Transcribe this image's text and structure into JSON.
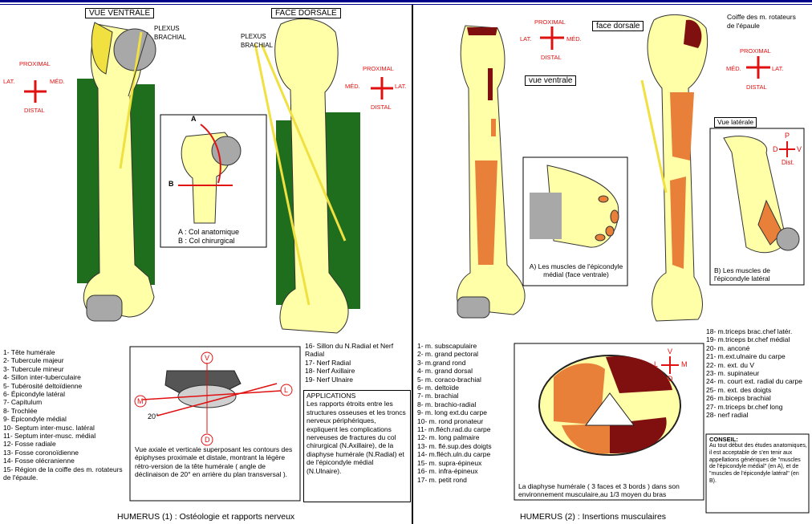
{
  "panel1": {
    "header_ventral": "VUE VENTRALE",
    "header_dorsal": "FACE DORSALE",
    "plexus": "PLEXUS BRACHIAL",
    "compass_left": {
      "top": "PROXIMAL",
      "left": "LAT.",
      "right": "MÉD.",
      "bottom": "DISTAL"
    },
    "compass_right": {
      "top": "PROXIMAL",
      "left": "MÉD.",
      "right": "LAT.",
      "bottom": "DISTAL"
    },
    "inset": {
      "label_a": "A",
      "label_b": "B",
      "caption_a": "A : Col anatomique",
      "caption_b": "B : Col chirurgical"
    },
    "legend_left": [
      "1- Tête humérale",
      "2- Tubercule majeur",
      "3- Tubercule mineur",
      "4- Sillon inter-tuberculaire",
      "5- Tubérosité deltoïdienne",
      "6- Épicondyle latéral",
      "7- Capitulum",
      "8- Trochlée",
      "9- Épicondyle médial",
      "10- Septum inter-musc. latéral",
      "11- Septum inter-musc. médial",
      "12- Fosse radiale",
      "13- Fosse coronoïdienne",
      "14- Fosse olécranienne",
      "15- Région de la coiffe des m. rotateurs de l'épaule."
    ],
    "legend_right": [
      "16- Sillon du N.Radial et Nerf Radial",
      "17- Nerf Radial",
      "18- Nerf Axillaire",
      "19- Nerf Ulnaire"
    ],
    "applications_title": "APPLICATIONS",
    "applications_text": "Les rapports étroits entre les structures osseuses et les troncs nerveux périphériques, expliquent les complications nerveuses de fractures du col chirurgical (N.Axillaire), de la diaphyse humérale (N.Radial) et de l'épicondyle médial (N.Ulnaire).",
    "axial_labels": {
      "v": "V",
      "m": "M",
      "l": "L",
      "d": "D",
      "angle": "20°"
    },
    "axial_text": "Vue axiale et verticale superposant les contours des épiphyses proximale et distale, montrant la légère rétro-version de la tête humérale ( angle de déclinaison de 20° en arrière du plan transversal ).",
    "footer": "HUMERUS  (1) : Ostéologie et rapports nerveux"
  },
  "panel2": {
    "compass": {
      "top": "PROXIMAL",
      "left": "LAT.",
      "right": "MÉD.",
      "bottom": "DISTAL"
    },
    "compass_right": {
      "top": "PROXIMAL",
      "left": "MÉD.",
      "right": "LAT.",
      "bottom": "DISTAL"
    },
    "label_face_dorsale": "face dorsale",
    "label_vue_ventrale": "vue ventrale",
    "coiffe": "Coiffe des m. rotateurs de l'épaule",
    "vue_laterale": "Vue latérale",
    "lat_compass": {
      "top": "P",
      "left": "D",
      "right": "V",
      "bottom": "Dist."
    },
    "inset_a_caption": "A) Les muscles de l'épicondyle médial (face ventrale)",
    "inset_b_caption": "B) Les muscles de l'épicondyle latéral",
    "legend_left": [
      "1- m. subscapulaire",
      "2- m. grand pectoral",
      "3- m.grand rond",
      "4- m. grand dorsal",
      "5- m. coraco-brachial",
      "6- m. deltoïde",
      "7- m. brachial",
      "8- m. brachio-radial",
      "9- m. long ext.du carpe",
      "10- m. rond pronateur",
      "11- m.fléch.rad.du carpe",
      "12- m. long palmaire",
      "13- m. flé.sup.des doigts",
      "14- m.fléch.uln.du carpe",
      "15- m. supra-épineux",
      "16- m. infra-épineux",
      "17- m. petit rond"
    ],
    "legend_right": [
      "18- m.triceps brac.chef latér.",
      "19- m.triceps br.chef médial",
      "20- m. anconé",
      "21- m.ext.ulnaire du carpe",
      "22- m. ext. du V",
      "23- m. supinateur",
      "24- m. court ext. radial du carpe",
      "25- m. ext. des doigts",
      "26- m.biceps brachial",
      "27- m.triceps br.chef long",
      "28- nerf radial"
    ],
    "section_compass": {
      "top": "V",
      "left": "L",
      "right": "M",
      "bottom": "D"
    },
    "section_caption": "La diaphyse humérale ( 3 faces et 3 bords ) dans son environnement musculaire,au 1/3 moyen du bras",
    "conseil_title": "CONSEIL:",
    "conseil_text": "Au tout début des études anatomiques, il est acceptable de s'en tenir aux appellations génériques de \"muscles de l'épicondyle médial\" (en A), et de \"muscles de l'épicondyle latéral\" (en B).",
    "footer": "HUMERUS (2) : Insertions musculaires"
  },
  "colors": {
    "bone": "#ffffa8",
    "bone_dark": "#f0e040",
    "green": "#1e6e1e",
    "orange": "#e8803a",
    "darkred": "#801010",
    "gray": "#a8a8a8",
    "red": "#e01010",
    "blue": "#00008b"
  }
}
